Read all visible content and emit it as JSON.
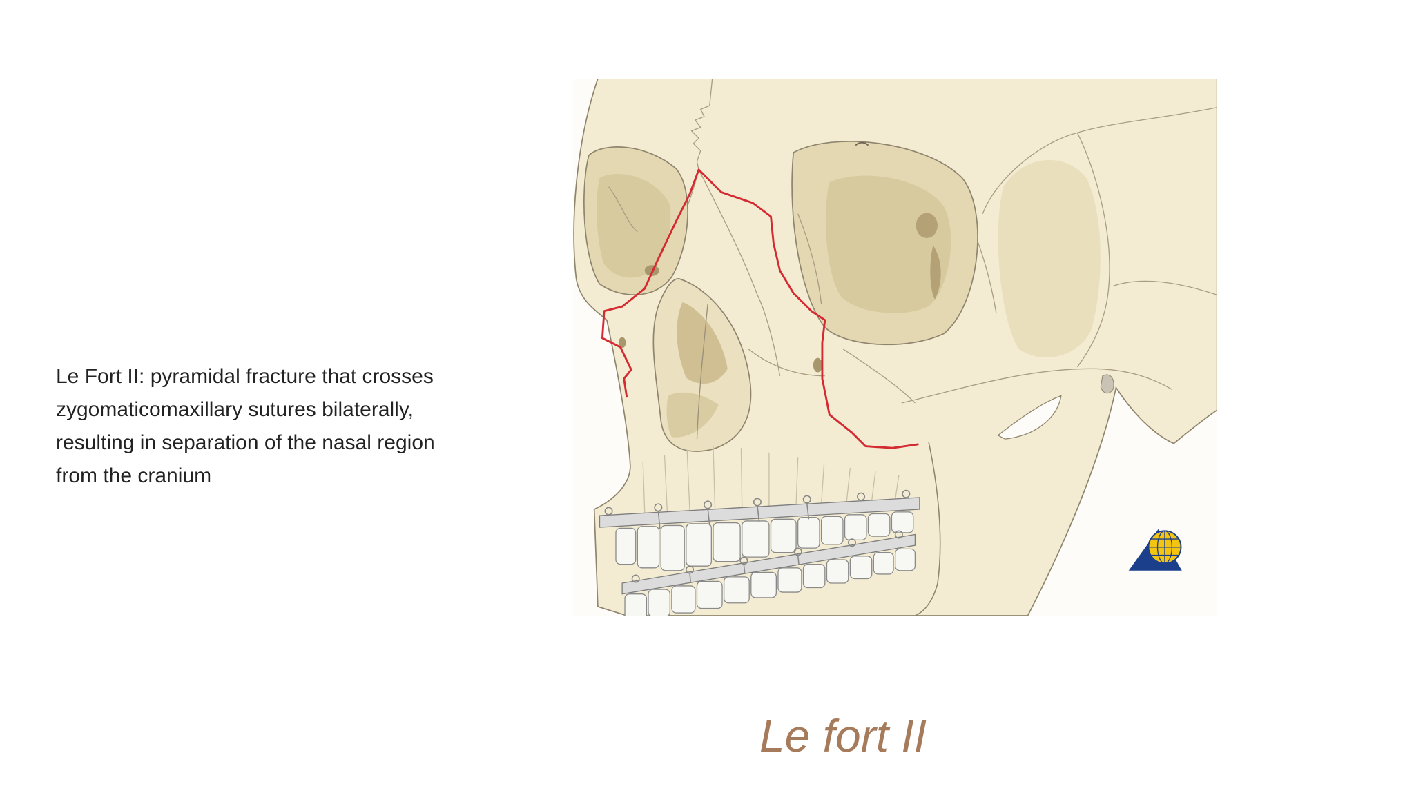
{
  "slide": {
    "body_lines": [
      "Le Fort II: pyramidal fracture that crosses",
      "zygomaticomaxillary sutures bilaterally,",
      "resulting in separation of the nasal region",
      "from the cranium"
    ],
    "caption": "Le fort II"
  },
  "icons": {
    "logo": "globe-triangle-logo-icon"
  },
  "colors": {
    "text": "#222222",
    "caption": "#a67b5b",
    "fracture_line": "#d42a32",
    "bone": "#f3ecd2",
    "orbit": "#e4d8b2",
    "orbit_deep": "#d8ca9f",
    "logo_blue": "#1c3f8c",
    "logo_yellow": "#f3c511"
  }
}
